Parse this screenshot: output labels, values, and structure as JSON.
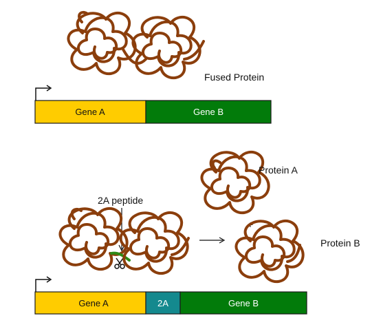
{
  "top": {
    "fused_label": "Fused Protein",
    "gene_a": "Gene A",
    "gene_b": "Gene B"
  },
  "bottom": {
    "peptide_label": "2A peptide",
    "protein_a_label": "Protein A",
    "plus": "+",
    "protein_b_label": "Protein B",
    "gene_a": "Gene A",
    "seg_2a": "2A",
    "gene_b": "Gene B"
  },
  "colors": {
    "gene_a": "#FFCC00",
    "gene_b": "#027B0A",
    "seg_2a": "#14898E",
    "protein": "#8B3E0C",
    "linker": "#2E8A17",
    "outline": "#1a1a1a"
  },
  "icons": {
    "scissors": "scissors-icon",
    "promoter": "promoter-arrow-icon",
    "arrow": "right-arrow-icon"
  }
}
